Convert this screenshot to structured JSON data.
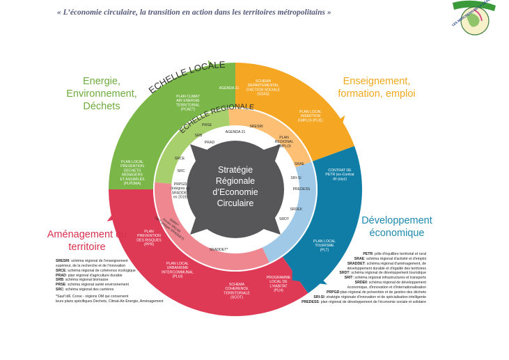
{
  "heading": "« L’économie circulaire, la transition en action dans les territoires métropolitains »",
  "logo_text": "LES MERCREDIS DE LA GÉOGRAPHIE",
  "colors": {
    "green": "#7ab648",
    "orange": "#f5a623",
    "blue": "#0f7da6",
    "red": "#df3a55",
    "light_blue": "#9fc9e6",
    "light_orange": "#fdbf73",
    "light_green": "#a7cf6c",
    "light_red": "#ee8790",
    "dark_grey": "#57575a"
  },
  "themes": {
    "energy": "Energie, Environnement, Déchets",
    "teaching": "Enseignement, formation, emploi",
    "development": "Développement économique",
    "planning": "Aménagement du territoire"
  },
  "ring_labels": {
    "local": "ECHELLE LOCALE",
    "regional": "ECHELLE REGIONALE"
  },
  "center": {
    "line1": "Stratégie",
    "line2": "Régionale",
    "line3": "d’Economie",
    "line4": "Circulaire"
  },
  "outer_labels": {
    "pcaet": [
      "PLAN CLIMAT",
      "AIR ENERGIE",
      "TERRITORIAL",
      "(PCAET)"
    ],
    "agenda21": [
      "AGENDA 21"
    ],
    "sdas": [
      "SCHEMA",
      "DEPARTEMENTAL",
      "D'ACTION SOCIALE",
      "(SDAS)"
    ],
    "plie": [
      "PLAN LOCAL",
      "INSERTION",
      "EMPLOI (PLIE)"
    ],
    "petr": [
      "CONTRAT DE",
      "PETR (ex-Contrat",
      "de pays)"
    ],
    "plt": [
      "PLAN LOCAL",
      "TOURISME",
      "(PLT)"
    ],
    "plh": [
      "PROGRAMME",
      "LOCAL DE",
      "L'HABITAT",
      "(PLH)"
    ],
    "scot": [
      "SCHEMA",
      "COHERENCE",
      "TERRITORIALE",
      "(SCOT)"
    ],
    "pluii": [
      "PLAN LOCAL",
      "URBANISME",
      "INTERCOMMUNAL",
      "(PLUi)"
    ],
    "ppr": [
      "PLAN",
      "PREVENTION",
      "DES RISQUES",
      "(PPR)"
    ],
    "plpdma": [
      "PLAN LOCAL",
      "PREVENTION",
      "DECHETS",
      "MENAGERS",
      "ET ASSIMILÉS",
      "(PLPDMA)"
    ]
  },
  "inner_labels": {
    "prse": "PRSE",
    "agenda21": "AGENDA 21",
    "sresri": "SRESRI",
    "srb": "SRB",
    "prad": "PRAD",
    "pre": [
      "PLAN",
      "REGIONAL",
      "EMPLOI"
    ],
    "srce": "SRCE",
    "src": "SRC",
    "prpgd": [
      "PRPGD",
      "(intégrés au",
      "SRADDET",
      "en 2019)"
    ],
    "srae": "SRAE",
    "srisi": "SRI-SI",
    "predess": "PREDESS",
    "srdeii": "SRDEII",
    "srdt": "SRDT",
    "sraddet": "SRADDET*",
    "sdrif": [
      "SDRIF*",
      "Ancien SRCAE",
      "SRIT (intégré SRADDET)"
    ]
  },
  "glossary_left": [
    {
      "abbr": "SRESRI",
      "text": ": schéma régional de l'enseignement"
    },
    {
      "abbr": "",
      "text": "supérieur, de la recherche et de l'innovation"
    },
    {
      "abbr": "SRCE",
      "text": ": schéma régional de cohérence écologique"
    },
    {
      "abbr": "PRAD",
      "text": ": plan régional d'agriculture durable"
    },
    {
      "abbr": "SRB",
      "text": ": schéma régional biomasse"
    },
    {
      "abbr": "PRSE",
      "text": ": schéma régional santé environnement"
    },
    {
      "abbr": "SRC",
      "text": ": schéma régional des carrières"
    }
  ],
  "footnote": [
    "*Sauf IdF, Corse - régions OM qui conservent",
    "leurs plans spécifiques Déchets, Climat-Air-Energie, Aménagement"
  ],
  "glossary_right": [
    {
      "abbr": "PETR",
      "text": ": pôle d'équilibre territorial  et rural"
    },
    {
      "abbr": "SRAE",
      "text": ": schéma régional d'activité et d'emploi"
    },
    {
      "abbr": "SRADDET",
      "text": ": schéma régional d'aménagement, de"
    },
    {
      "abbr": "",
      "text": "développement durable et d'égalité des territoires"
    },
    {
      "abbr": "SRDT",
      "text": ": schéma régional de développement touristique"
    },
    {
      "abbr": "SRIT",
      "text": ": schéma régional infrastructures et transports"
    },
    {
      "abbr": "SRDEII",
      "text": ": schéma régional de développement"
    },
    {
      "abbr": "",
      "text": "économique, d'innovation et d'internationalisation"
    },
    {
      "abbr": "PRPGD",
      "text": ":plan régional de prévention et de gestion des déchets"
    },
    {
      "abbr": "SRI-SI",
      "text": ": stratégie régionale d'innovation et de spécialisation intelligente"
    },
    {
      "abbr": "PREDESS",
      "text": ": plan régional de développement de l'économie sociale et solidaire"
    }
  ]
}
